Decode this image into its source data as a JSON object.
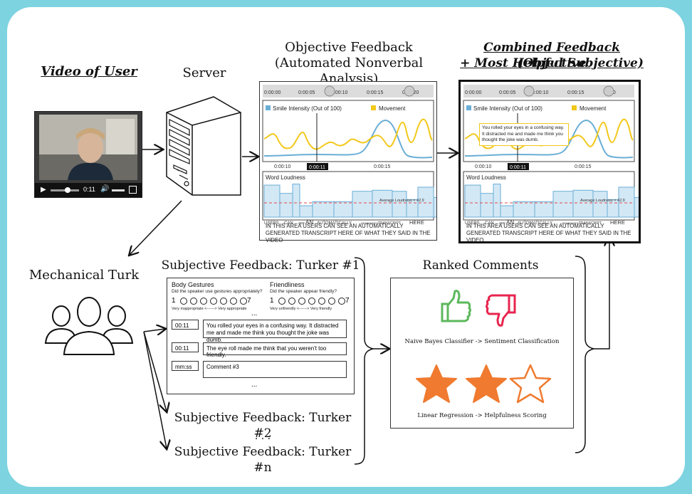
{
  "headings": {
    "video_of_user": "Video of User",
    "server": "Server",
    "objective_line1": "Objective Feedback",
    "objective_line2": "(Automated Nonverbal Analysis)",
    "combined_line1": "Combined Feedback (Objective",
    "combined_line2": "+ Most Helpful Subjective)",
    "mechanical_turk": "Mechanical Turk",
    "turker1": "Subjective Feedback: Turker #1",
    "turker2": "Subjective Feedback: Turker #2",
    "ellipsis": ". . .",
    "turkern": "Subjective Feedback: Turker #n",
    "ranked_comments": "Ranked Comments"
  },
  "video": {
    "time": "0:11"
  },
  "timeline": {
    "ticks": [
      "0:00:00",
      "0:00:05",
      "0:00:10",
      "0:00:15",
      "0:00:20"
    ],
    "ticks_combined": [
      "0:00:00",
      "0:00:05",
      "0:00:10",
      "0:00:15",
      ":20"
    ],
    "legend_smile": "Smile Intensity (Out of 100)",
    "legend_movement": "Movement",
    "xaxis_left": "0:00:10",
    "xaxis_current": "0:00:11",
    "xaxis_right": "0:00:15",
    "word_loudness": "Word Loudness",
    "average_loudness": "Average Loudness = 42.9",
    "transcript_row": [
      "USERS",
      "CAN",
      "SEE",
      "AN",
      "AUTOMATICALLY",
      "GENERATED",
      "TRANSCRIPT",
      "HERE"
    ],
    "transcript_text": "IN THIS AREA USERS CAN SEE AN AUTOMATICALLY GENERATED TRANSCRIPT HERE OF WHAT THEY SAID IN THE VIDEO",
    "tooltip": "You rolled your eyes in a confusing way. It distracted me and made me think you thought the joke was dumb."
  },
  "chart_data": {
    "type": "line",
    "series": [
      {
        "name": "Smile Intensity (Out of 100)",
        "color": "#6aaed6"
      },
      {
        "name": "Movement",
        "color": "#f2c81a"
      }
    ],
    "loudness_bars": [
      62,
      46,
      64,
      22,
      30,
      30,
      50,
      52,
      50,
      34,
      58,
      38
    ],
    "average_loudness": 42.9
  },
  "survey": {
    "cat1_title": "Body Gestures",
    "cat1_question": "Did the speaker use gestures appropriately?",
    "cat2_title": "Friendliness",
    "cat2_question": "Did the speaker appear friendly?",
    "scale_min": "1",
    "scale_max": "7",
    "scale1_labels": "Very inappropriate <------> Very appropriate",
    "scale2_labels": "Very unfriendly <------> Very friendly",
    "ellipsis": "...",
    "comments": [
      {
        "time": "00:11",
        "text": "You rolled your eyes in a confusing way. It distracted me and made me think you thought the joke was dumb."
      },
      {
        "time": "00:11",
        "text": "The eye roll made me think that you weren't too friendly."
      },
      {
        "time": "mm:ss",
        "text": "Comment #3"
      }
    ],
    "ellipsis_bottom": "..."
  },
  "ranked": {
    "sentiment_label": "Naive Bayes Classifier -> Sentiment Classification",
    "helpfulness_label": "Linear Regression -> Helpfulness Scoring",
    "colors": {
      "thumb_up": "#5cb85c",
      "thumb_down": "#e8254f",
      "star": "#f07a2f"
    }
  }
}
